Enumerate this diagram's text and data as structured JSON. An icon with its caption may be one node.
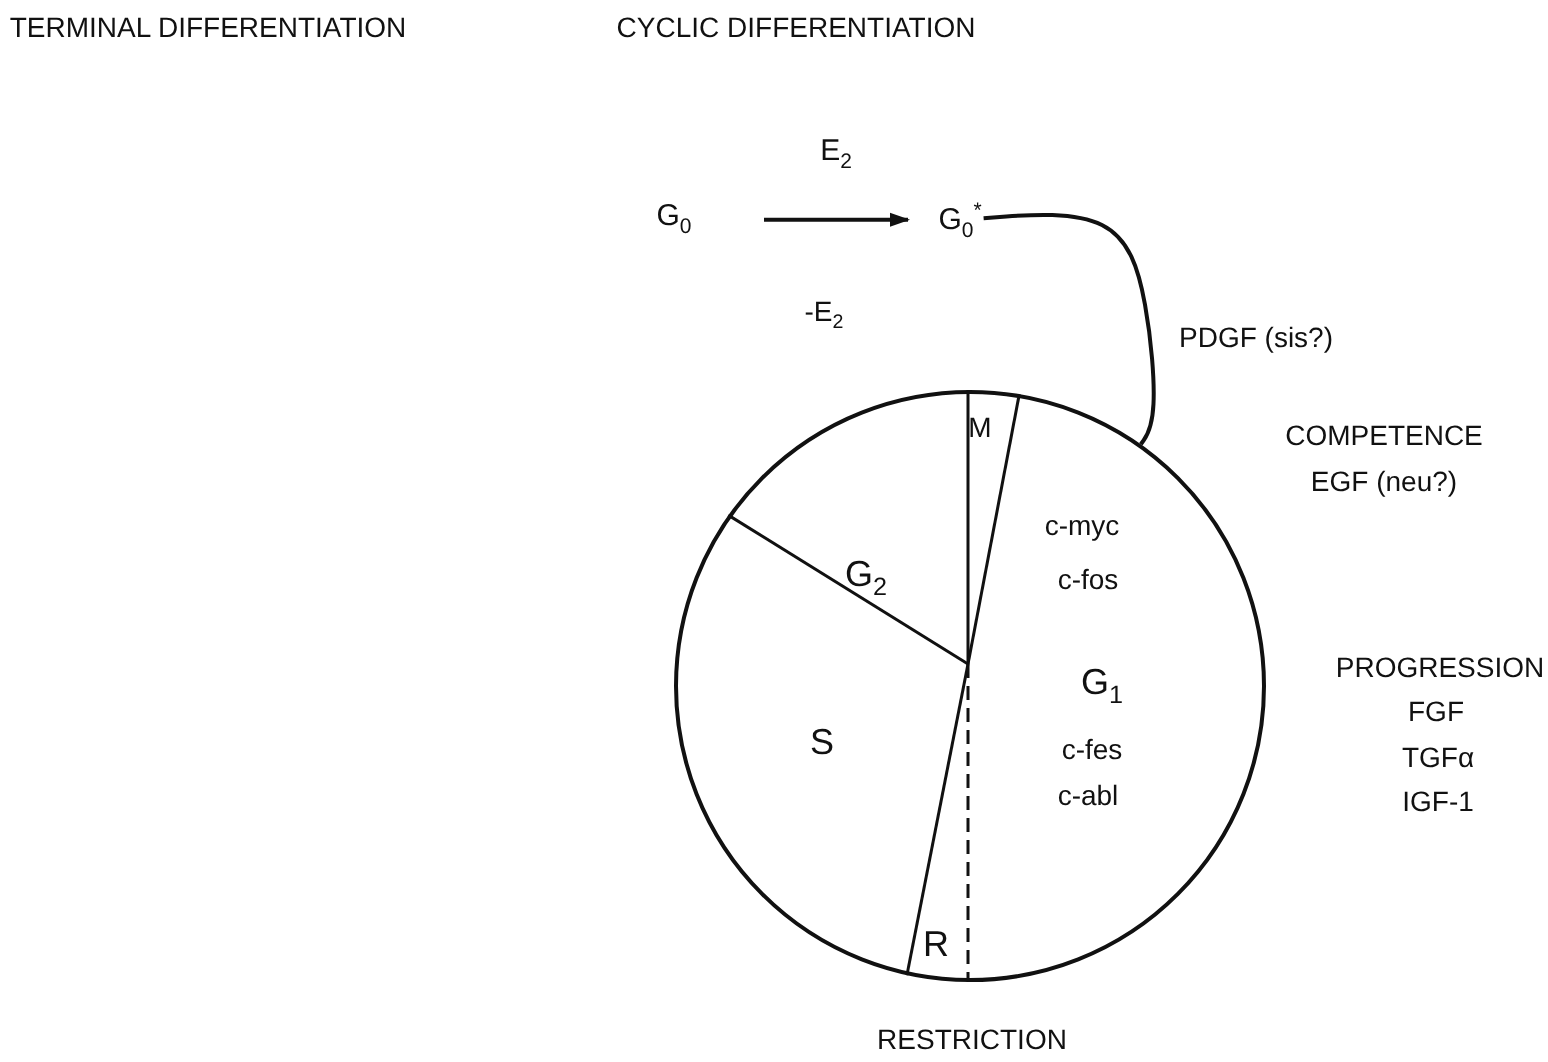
{
  "diagram": {
    "nodes": [
      {
        "text": [
          "G$_{0}$"
        ]
      },
      {
        "text": [
          "G$_{0}$$^{*}$"
        ]
      },
      {
        "text": [],
        "shape": "circle"
      }
    ],
    "edges": [
      {
        "from": 0,
        "to": 1,
        "arrow": "to",
        "label": "E$_{2}$"
      },
      {
        "from": 1,
        "to": 2,
        "arrow": "none"
      }
    ],
    "labels": [
      "TERMINAL DIFFERENTIATION",
      "CYCLIC DIFFERENTIATION",
      "-E$_{2}$",
      "PDGF (sis?)",
      "COMPETENCE",
      "EGF (neu?)",
      "M",
      "G$_{2}$",
      "c-myc",
      "c-fos",
      "G$_{1}$",
      "PROGRESSION",
      "S",
      "c-fes",
      "c-abl",
      "FGF",
      "TGFα",
      "IGF-1",
      "R",
      "RESTRICTION"
    ]
  }
}
